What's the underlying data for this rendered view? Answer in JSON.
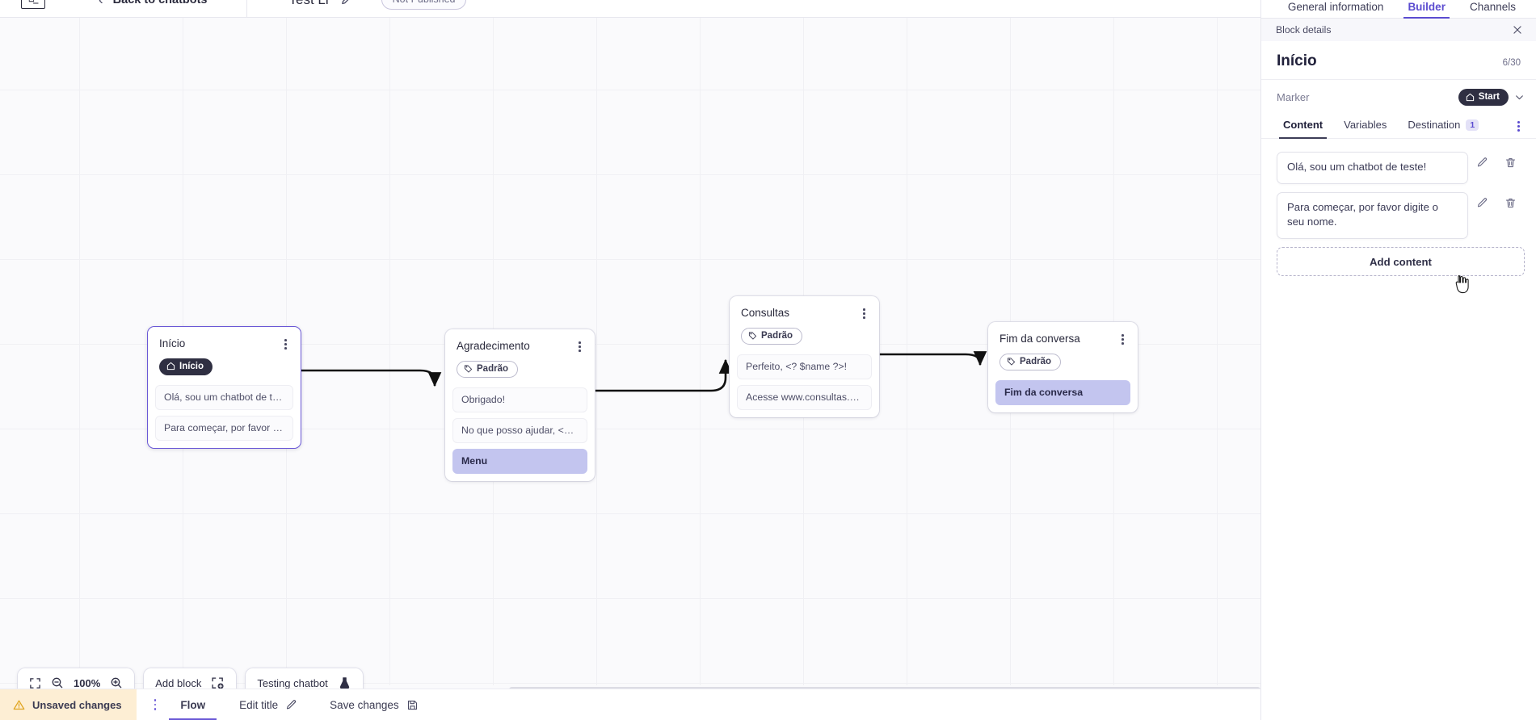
{
  "header": {
    "logo_name": "app-logo",
    "back_label": "Back to chatbots",
    "bot_title": "Test Li",
    "publish_status": "Not Published"
  },
  "right_panel": {
    "top_tabs": [
      {
        "label": "General information",
        "active": false
      },
      {
        "label": "Builder",
        "active": true
      },
      {
        "label": "Channels",
        "active": false
      }
    ],
    "panel_label": "Block details",
    "close_label": "×",
    "block_title": "Início",
    "char_count": "6/30",
    "marker_label": "Marker",
    "marker_value": "Start",
    "tabs": [
      {
        "label": "Content",
        "badge": "",
        "active": true
      },
      {
        "label": "Variables",
        "badge": "",
        "active": false
      },
      {
        "label": "Destination",
        "badge": "1",
        "active": false
      }
    ],
    "contents": [
      {
        "text": "Olá, sou um chatbot de teste!"
      },
      {
        "text": "Para começar, por favor digite o seu nome."
      }
    ],
    "add_content_label": "Add content"
  },
  "canvas": {
    "zoom_level": "100%",
    "add_block_label": "Add block",
    "testing_label": "Testing chatbot",
    "nodes": [
      {
        "title": "Início",
        "badge": "Início",
        "badge_type": "start",
        "selected": true,
        "items": [
          {
            "text": "Olá, sou um chatbot de teste!",
            "highlight": false
          },
          {
            "text": "Para começar, por favor digite o ...",
            "highlight": false
          }
        ]
      },
      {
        "title": "Agradecimento",
        "badge": "Padrão",
        "badge_type": "default",
        "selected": false,
        "items": [
          {
            "text": "Obrigado!",
            "highlight": false
          },
          {
            "text": "No que posso ajudar, <? $name ...",
            "highlight": false
          },
          {
            "text": "Menu",
            "highlight": true
          }
        ]
      },
      {
        "title": "Consultas",
        "badge": "Padrão",
        "badge_type": "default",
        "selected": false,
        "items": [
          {
            "text": "Perfeito, <? $name ?>!",
            "highlight": false
          },
          {
            "text": "Acesse www.consultas.com par...",
            "highlight": false
          }
        ]
      },
      {
        "title": "Fim da conversa",
        "badge": "Padrão",
        "badge_type": "default",
        "selected": false,
        "items": [
          {
            "text": "Fim da conversa",
            "highlight": true
          }
        ]
      }
    ]
  },
  "bottom_bar": {
    "unsaved_label": "Unsaved changes",
    "flow_tab": "Flow",
    "edit_title_label": "Edit title",
    "save_changes_label": "Save changes"
  },
  "colors": {
    "accent": "#5b4cd0",
    "warning_bg": "#fdeed4",
    "highlight": "#c3c5ef",
    "dark_badge": "#2f2f42"
  }
}
